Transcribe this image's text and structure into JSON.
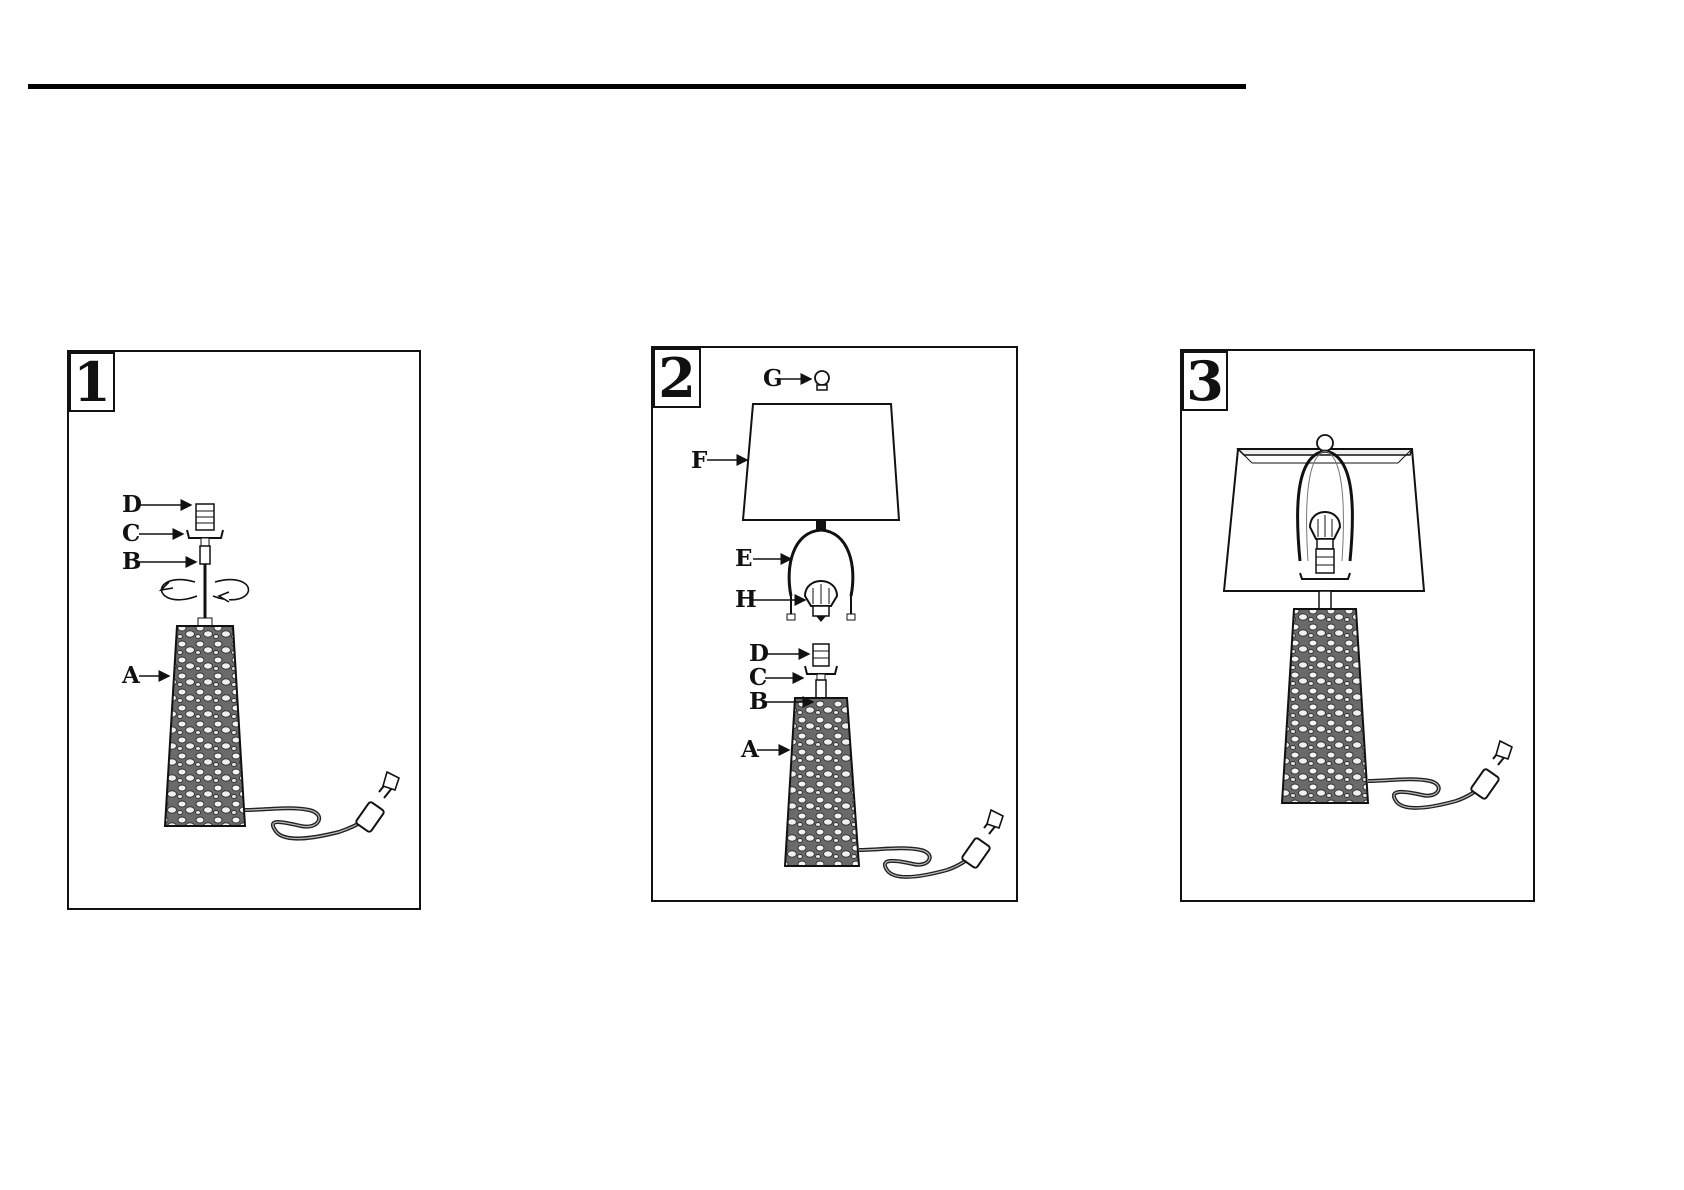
{
  "steps": [
    {
      "number": "1",
      "parts": [
        {
          "letter": "D",
          "name": "socket"
        },
        {
          "letter": "C",
          "name": "harp-saddle"
        },
        {
          "letter": "B",
          "name": "rod"
        },
        {
          "letter": "A",
          "name": "lamp-base"
        }
      ]
    },
    {
      "number": "2",
      "parts": [
        {
          "letter": "G",
          "name": "finial"
        },
        {
          "letter": "F",
          "name": "lamp-shade"
        },
        {
          "letter": "E",
          "name": "harp"
        },
        {
          "letter": "H",
          "name": "bulb"
        },
        {
          "letter": "D",
          "name": "socket"
        },
        {
          "letter": "C",
          "name": "harp-saddle"
        },
        {
          "letter": "B",
          "name": "rod"
        },
        {
          "letter": "A",
          "name": "lamp-base"
        }
      ]
    },
    {
      "number": "3",
      "parts": []
    }
  ]
}
